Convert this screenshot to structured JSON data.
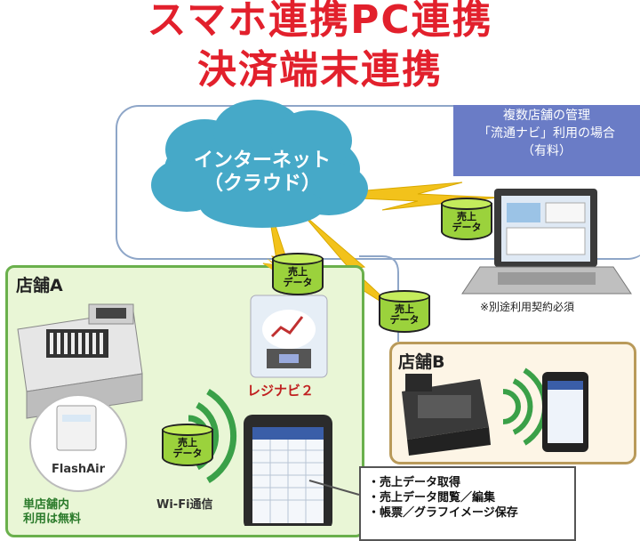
{
  "title": {
    "line1": "スマホ連携PC連携",
    "line2": "決済端末連携"
  },
  "cloud": {
    "line1": "インターネット",
    "line2": "（クラウド）"
  },
  "multi_store": {
    "line1": "複数店舗の管理",
    "line2": "「流通ナビ」利用の場合",
    "line3": "（有料）"
  },
  "laptop_note": "※別途利用契約必須",
  "data_label": {
    "line1": "売上",
    "line2": "データ"
  },
  "store_a": {
    "title": "店舗A",
    "card_label": "FlashAir",
    "single_store": "単店舗内",
    "usage_fee": "利用は無料"
  },
  "store_b": {
    "title": "店舗B"
  },
  "app_label": "レジナビ２",
  "wifi_label": "Wi-Fi通信",
  "features": [
    "・売上データ取得",
    "・売上データ閲覧／編集",
    "・帳票／グラフイメージ保存"
  ],
  "colors": {
    "title": "#e2202c",
    "cloud": "#46a9c8",
    "store_a_bg": "#e9f6d6",
    "store_b_bg": "#fdf5e6",
    "data_cylinder": "#9bd23c",
    "bolt": "#f2c21b",
    "multi_box": "#6a7cc6"
  }
}
